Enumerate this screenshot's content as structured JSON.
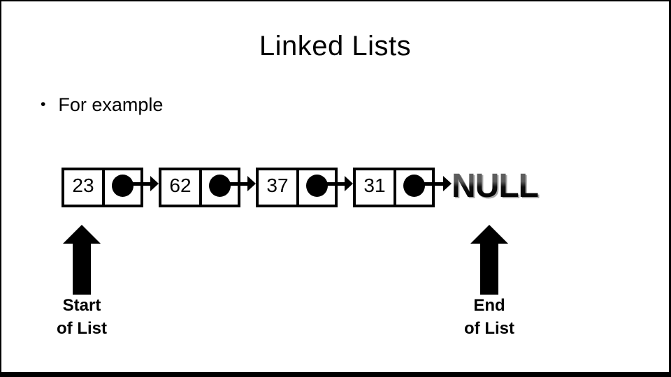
{
  "slide": {
    "title": "Linked Lists",
    "bullet_glyph": "•",
    "bullet_text": "For example"
  },
  "diagram": {
    "nodes": [
      {
        "value": "23"
      },
      {
        "value": "62"
      },
      {
        "value": "37"
      },
      {
        "value": "31"
      }
    ],
    "terminator": "NULL",
    "start_label": [
      "Start",
      "of List"
    ],
    "end_label": [
      "End",
      "of List"
    ]
  },
  "colors": {
    "ink": "#000000",
    "background": "#ffffff",
    "null_gradient_top": "#606060",
    "null_gradient_bottom": "#000000",
    "null_shadow": "#a8a8a8"
  }
}
